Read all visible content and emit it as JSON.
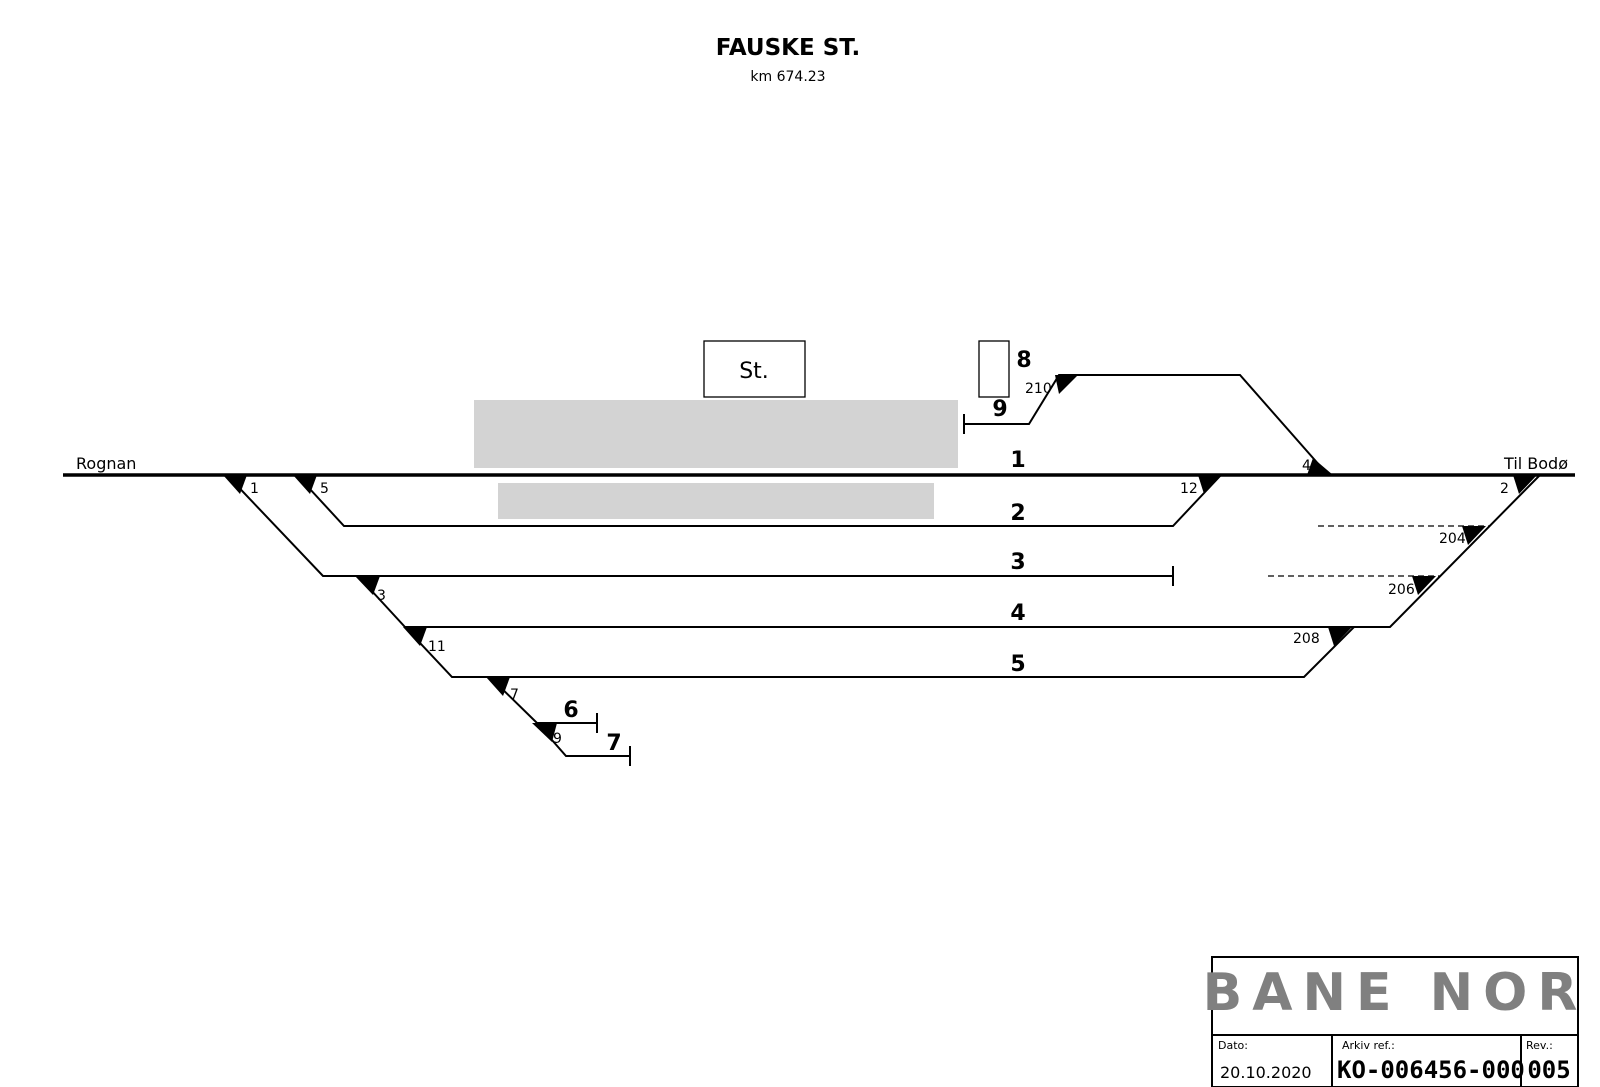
{
  "header": {
    "title": "FAUSKE ST.",
    "subtitle": "km 674.23"
  },
  "ends": {
    "left": "Rognan",
    "right": "Til Bodø"
  },
  "station_building": "St.",
  "tracks": [
    {
      "id": "1",
      "label": "1"
    },
    {
      "id": "2",
      "label": "2"
    },
    {
      "id": "3",
      "label": "3"
    },
    {
      "id": "4",
      "label": "4"
    },
    {
      "id": "5",
      "label": "5"
    },
    {
      "id": "6",
      "label": "6"
    },
    {
      "id": "7",
      "label": "7"
    },
    {
      "id": "8",
      "label": "8"
    },
    {
      "id": "9",
      "label": "9"
    }
  ],
  "switches": [
    "1",
    "5",
    "3",
    "11",
    "7",
    "9",
    "12",
    "4",
    "210",
    "2",
    "204",
    "206",
    "208"
  ],
  "title_block": {
    "logo": "BANE NOR",
    "date_label": "Dato:",
    "date_value": "20.10.2020",
    "ref_label": "Arkiv ref.:",
    "ref_value": "KO-006456-000",
    "rev_label": "Rev.:",
    "rev_value": "005"
  },
  "colors": {
    "line": "#000000",
    "platform": "#d3d3d3",
    "logo": "#808080"
  }
}
